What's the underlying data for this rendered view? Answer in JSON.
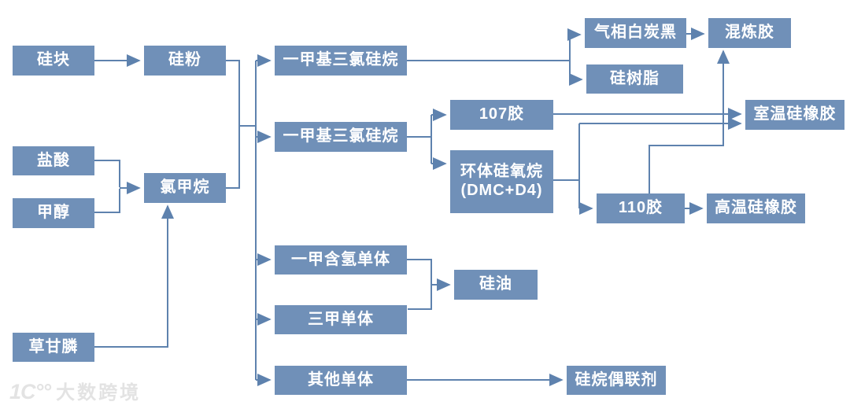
{
  "palette": {
    "node_fill": "#7090B8",
    "node_text": "#FFFFFF",
    "connector": "#5E82AE",
    "watermark": "#E3E3E3"
  },
  "nodes": {
    "silicon_block": "硅块",
    "silicon_powder": "硅粉",
    "hydrochloric_acid": "盐酸",
    "methanol": "甲醇",
    "chloromethane": "氯甲烷",
    "glyphosate": "草甘膦",
    "methyltrichlorosilane_top": "一甲基三氯硅烷",
    "methyltrichlorosilane_mid": "一甲基三氯硅烷",
    "glue_107": "107胶",
    "cyclic_siloxane": "环体硅氧烷\n(DMC+D4)",
    "methyl_hydrogen_monomer": "一甲含氢单体",
    "trimethyl_monomer": "三甲单体",
    "silicone_oil": "硅油",
    "other_monomer": "其他单体",
    "fumed_silica": "气相白炭黑",
    "silicone_resin": "硅树脂",
    "compounded_rubber": "混炼胶",
    "rt_silicone_rubber": "室温硅橡胶",
    "glue_110": "110胶",
    "ht_silicone_rubber": "高温硅橡胶",
    "silane_coupling_agent": "硅烷偶联剂"
  },
  "watermark": {
    "logo_text": "1C°°",
    "brand": "大数跨境"
  }
}
